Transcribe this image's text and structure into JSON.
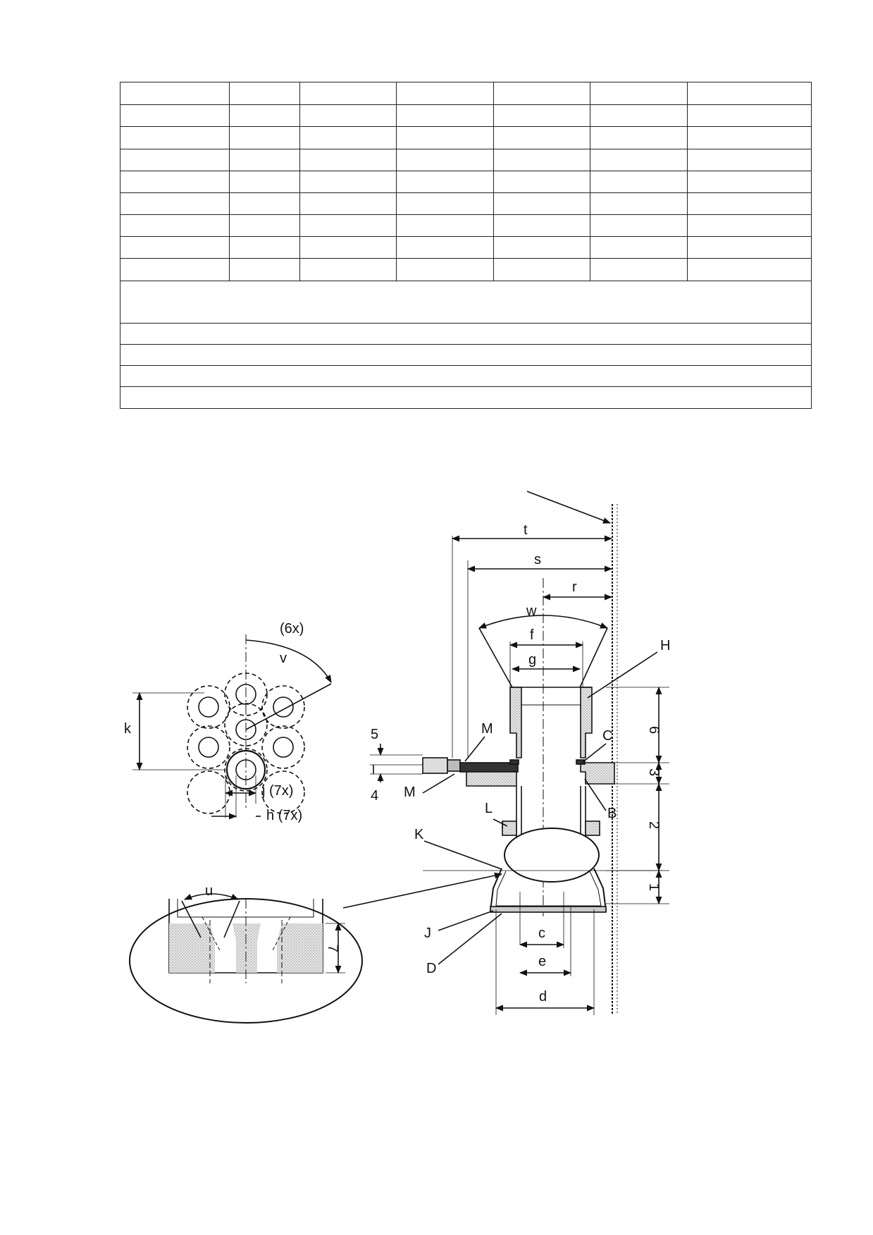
{
  "table": {
    "col_count": 7,
    "cell_rows": 9,
    "merged_rows": 5
  },
  "labels": {
    "t": "t",
    "s": "s",
    "r": "r",
    "w": "w",
    "f": "f",
    "g": "g",
    "H": "H",
    "C": "C",
    "B": "B",
    "M_top": "M",
    "M_bottom": "M",
    "L": "L",
    "K": "K",
    "J": "J",
    "D": "D",
    "c": "c",
    "e": "e",
    "d": "d",
    "n5": "5",
    "n4": "4",
    "n6": "6",
    "n3": "3",
    "n2": "2",
    "n1": "1",
    "n7": "7",
    "v": "v",
    "six_x": "(6x)",
    "k": "k",
    "j": "j (7x)",
    "h": "h (7x)",
    "u": "u"
  }
}
